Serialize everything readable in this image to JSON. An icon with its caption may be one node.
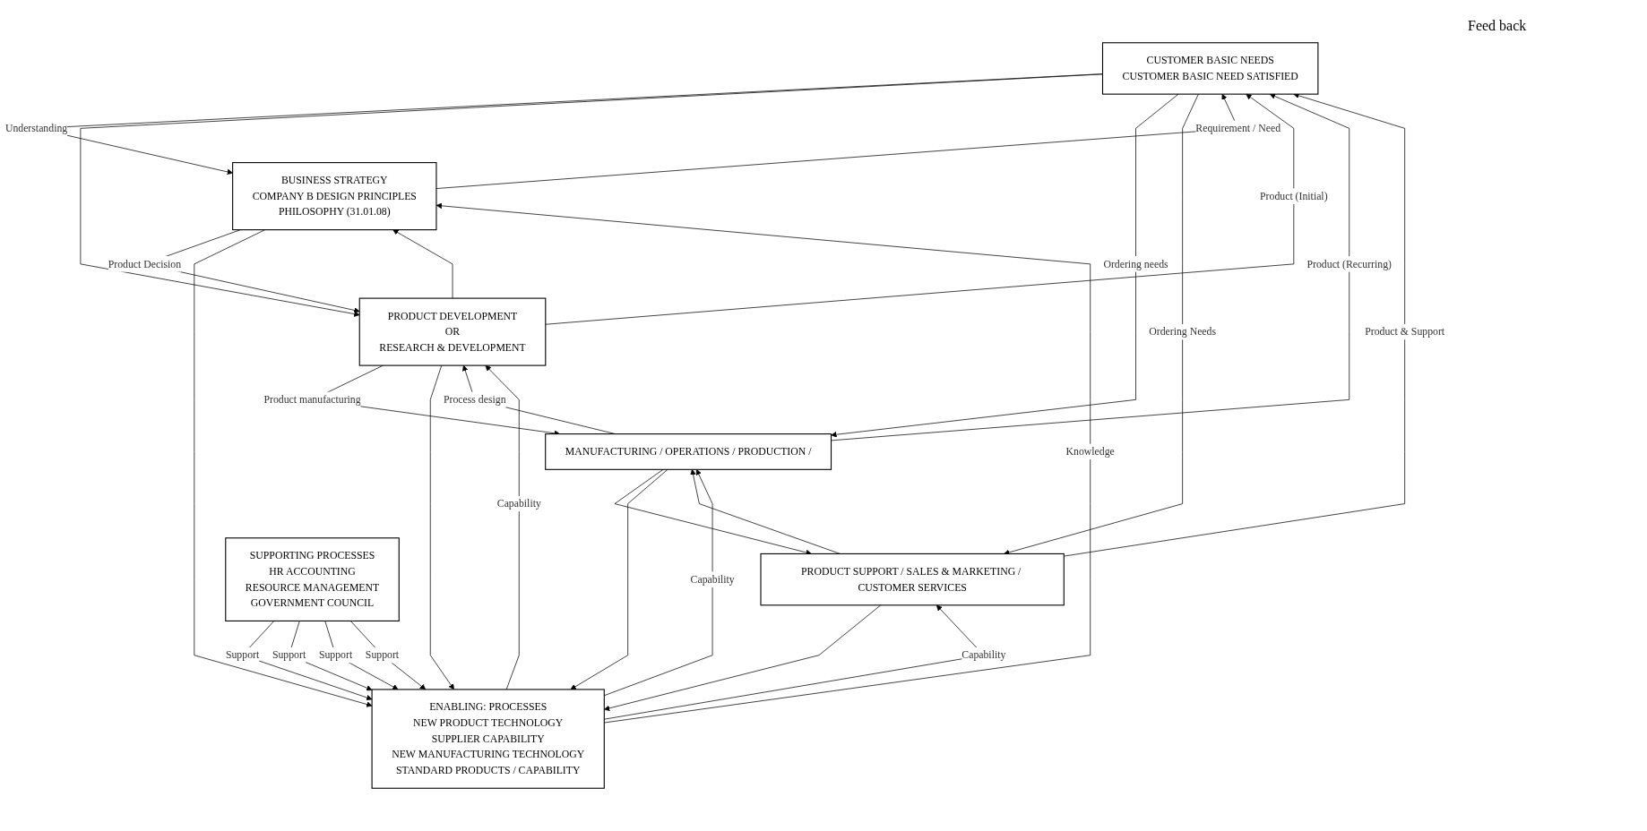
{
  "diagram": {
    "nodes": [
      {
        "text": [
          "CUSTOMER BASIC NEEDS",
          "CUSTOMER BASIC NEED SATISFIED"
        ]
      },
      {
        "text": [
          "BUSINESS STRATEGY",
          "COMPANY B DESIGN PRINCIPLES",
          "PHILOSOPHY (31.01.08)"
        ]
      },
      {
        "text": [
          "PRODUCT DEVELOPMENT",
          "OR",
          "RESEARCH & DEVELOPMENT"
        ]
      },
      {
        "text": [
          "MANUFACTURING / OPERATIONS / PRODUCTION /"
        ]
      },
      {
        "text": [
          "PRODUCT SUPPORT / SALES & MARKETING / CUSTOMER SERVICES"
        ]
      },
      {
        "text": [
          "ENABLING: PROCESSES",
          "NEW PRODUCT TECHNOLOGY",
          "SUPPLIER CAPABILITY",
          "NEW MANUFACTURING TECHNOLOGY",
          "STANDARD PRODUCTS / CAPABILITY"
        ]
      },
      {
        "text": [
          "SUPPORTING PROCESSES",
          "HR ACCOUNTING",
          "RESOURCE MANAGEMENT",
          "GOVERNMENT COUNCIL"
        ]
      }
    ],
    "edges": [
      {
        "from": 0,
        "to": 1,
        "arrow": "to",
        "label": "Understanding"
      },
      {
        "from": 1,
        "to": 0,
        "arrow": "to",
        "label": "Requirement / Need"
      },
      {
        "from": 0,
        "to": 2,
        "arrow": "to"
      },
      {
        "from": 2,
        "to": 0,
        "arrow": "to",
        "label": "Product (Initial)"
      },
      {
        "from": 0,
        "to": 3,
        "arrow": "to",
        "label": "Ordering needs"
      },
      {
        "from": 3,
        "to": 0,
        "arrow": "to",
        "label": "Product (Recurring)"
      },
      {
        "from": 0,
        "to": 4,
        "arrow": "to",
        "label": "Ordering Needs"
      },
      {
        "from": 4,
        "to": 0,
        "arrow": "to",
        "label": "Product & Support"
      },
      {
        "from": 1,
        "to": 2,
        "arrow": "to",
        "label": "Product Decision"
      },
      {
        "from": 2,
        "to": 1,
        "arrow": "to"
      },
      {
        "from": 2,
        "to": 3,
        "arrow": "to",
        "label": "Product manufacturing"
      },
      {
        "from": 3,
        "to": 2,
        "arrow": "to",
        "label": "Process design"
      },
      {
        "from": 3,
        "to": 4,
        "arrow": "to"
      },
      {
        "from": 4,
        "to": 3,
        "arrow": "to"
      },
      {
        "from": 5,
        "to": 1,
        "arrow": "to",
        "label": "Knowledge"
      },
      {
        "from": 1,
        "to": 5,
        "arrow": "to"
      },
      {
        "from": 5,
        "to": 2,
        "arrow": "to",
        "label": "Capability"
      },
      {
        "from": 2,
        "to": 5,
        "arrow": "to"
      },
      {
        "from": 5,
        "to": 3,
        "arrow": "to",
        "label": "Capability"
      },
      {
        "from": 3,
        "to": 5,
        "arrow": "to"
      },
      {
        "from": 5,
        "to": 4,
        "arrow": "to",
        "label": "Capability"
      },
      {
        "from": 4,
        "to": 5,
        "arrow": "to"
      },
      {
        "from": 6,
        "to": 5,
        "arrow": "to",
        "label": "Support"
      },
      {
        "from": 6,
        "to": 5,
        "arrow": "to",
        "label": "Support"
      },
      {
        "from": 6,
        "to": 5,
        "arrow": "to",
        "label": "Support"
      },
      {
        "from": 6,
        "to": 5,
        "arrow": "to",
        "label": "Support"
      }
    ],
    "labels": [
      "Feed back"
    ]
  }
}
